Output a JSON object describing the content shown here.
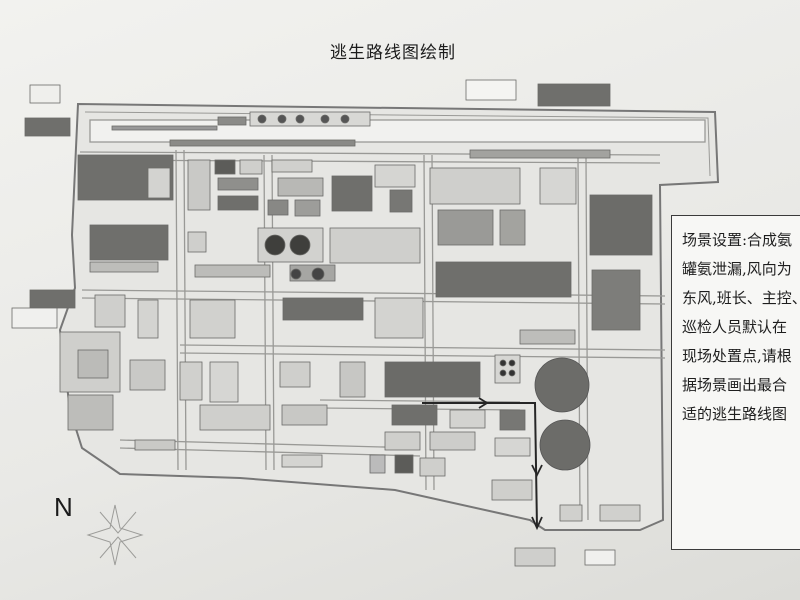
{
  "title": "逃生路线图绘制",
  "north_label": "N",
  "scenario": {
    "lines": [
      "场景设置:合成氨",
      "罐氨泄漏,风向为",
      "东风,班长、主控、",
      "巡检人员默认在",
      "现场处置点,请根",
      "据场景画出最合",
      "适的逃生路线图"
    ]
  },
  "colors": {
    "paper": "#eeeeeb",
    "road_fill": "#f4f4f2",
    "road_edge": "#8d8d8a",
    "block_light": "#cfcfcc",
    "block_mid": "#a9a9a6",
    "block_dark": "#6f6f6c",
    "route": "#262626"
  },
  "icons": [
    "compass-rose-icon",
    "tank-icon",
    "route-arrow-icon"
  ]
}
